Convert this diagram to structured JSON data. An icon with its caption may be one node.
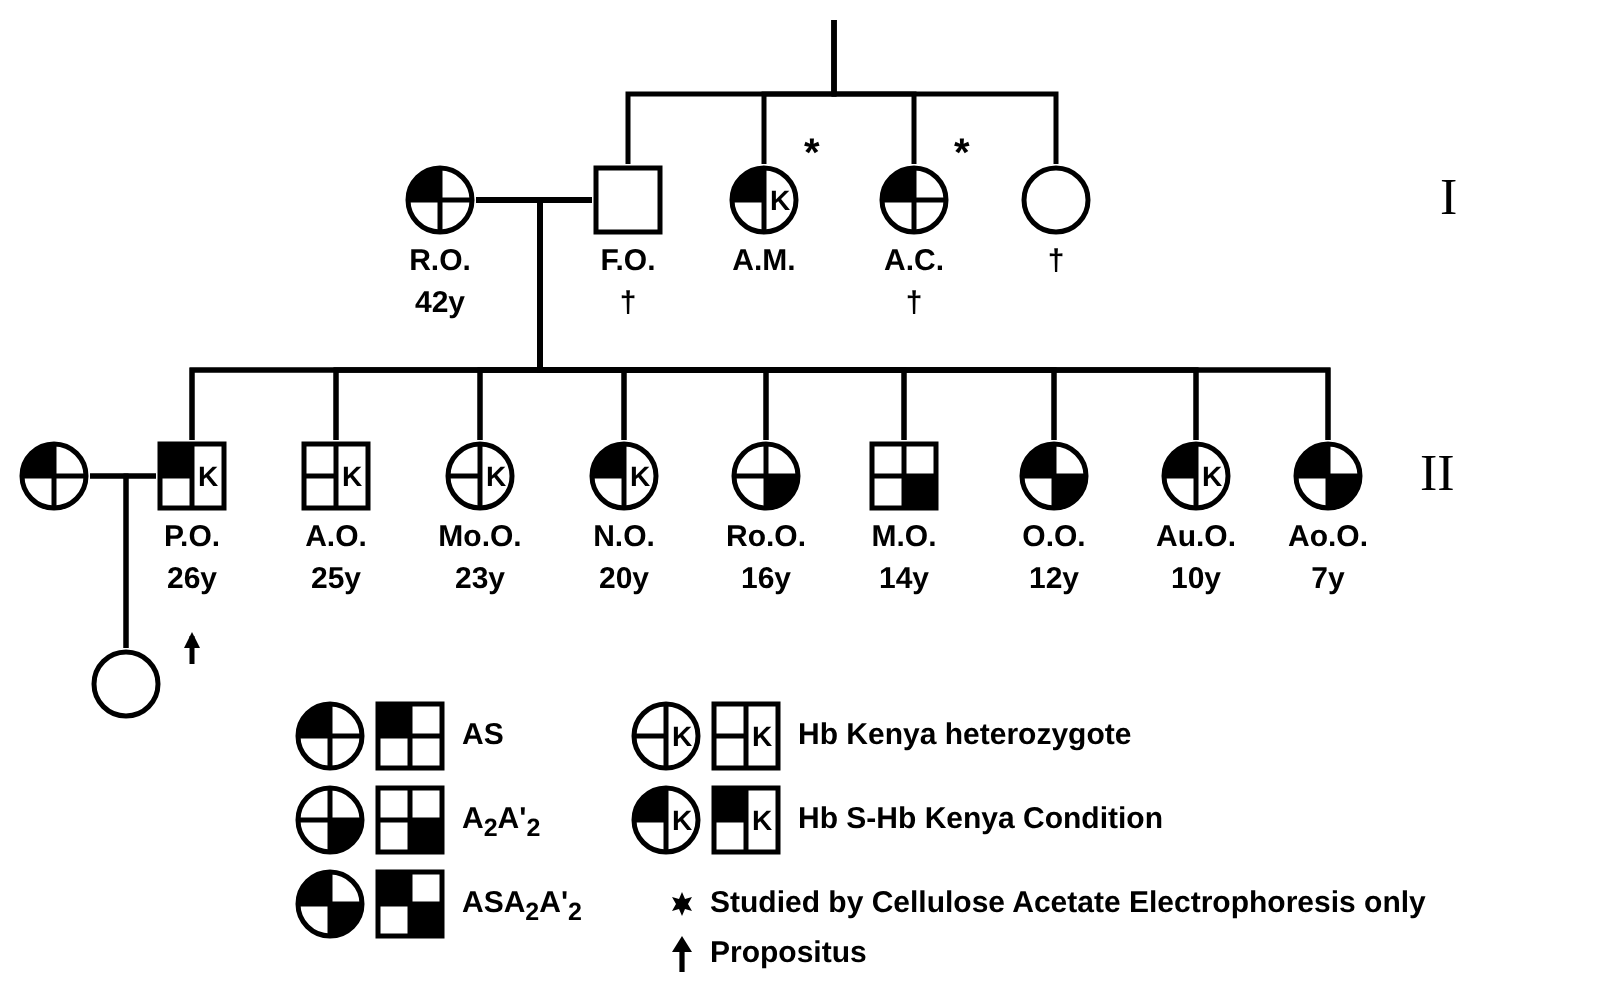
{
  "diagram": {
    "nodes": [
      {
        "text": [
          "R.O.",
          "42y"
        ]
      },
      {
        "text": [
          "F.O.",
          "†"
        ]
      },
      {
        "text": [
          "K",
          "A.M."
        ],
        "beside": [
          "*"
        ]
      },
      {
        "text": [
          "A.C.",
          "†"
        ],
        "beside": [
          "*"
        ]
      },
      {
        "text": [
          "†"
        ]
      },
      {
        "text": [],
        "shape": "circle"
      },
      {
        "text": [
          "K",
          "P.O.",
          "26y"
        ]
      },
      {
        "text": [
          "K",
          "A.O.",
          "25y"
        ]
      },
      {
        "text": [
          "K",
          "Mo.O.",
          "23y"
        ]
      },
      {
        "text": [
          "K",
          "N.O.",
          "20y"
        ]
      },
      {
        "text": [
          "Ro.O.",
          "16y"
        ]
      },
      {
        "text": [
          "M.O.",
          "14y"
        ]
      },
      {
        "text": [
          "O.O.",
          "12y"
        ]
      },
      {
        "text": [
          "K",
          "Au.O.",
          "10y"
        ]
      },
      {
        "text": [
          "Ao.O.",
          "7y"
        ]
      },
      {
        "text": [],
        "shape": "circle"
      }
    ],
    "edges": [
      {
        "from": null,
        "to": 1,
        "arrow": "none"
      },
      {
        "from": null,
        "to": 2,
        "arrow": "none"
      },
      {
        "from": null,
        "to": 3,
        "arrow": "none"
      },
      {
        "from": null,
        "to": 4,
        "arrow": "none"
      },
      {
        "from": 0,
        "to": 1,
        "arrow": "none"
      },
      {
        "from": 0,
        "to": 6,
        "arrow": "none"
      },
      {
        "from": 1,
        "to": 6,
        "arrow": "none"
      },
      {
        "from": 0,
        "to": 7,
        "arrow": "none"
      },
      {
        "from": 1,
        "to": 7,
        "arrow": "none"
      },
      {
        "from": 0,
        "to": 8,
        "arrow": "none"
      },
      {
        "from": 1,
        "to": 8,
        "arrow": "none"
      },
      {
        "from": 0,
        "to": 9,
        "arrow": "none"
      },
      {
        "from": 1,
        "to": 9,
        "arrow": "none"
      },
      {
        "from": 0,
        "to": 10,
        "arrow": "none"
      },
      {
        "from": 1,
        "to": 10,
        "arrow": "none"
      },
      {
        "from": 0,
        "to": 11,
        "arrow": "none"
      },
      {
        "from": 1,
        "to": 11,
        "arrow": "none"
      },
      {
        "from": 0,
        "to": 12,
        "arrow": "none"
      },
      {
        "from": 1,
        "to": 12,
        "arrow": "none"
      },
      {
        "from": 0,
        "to": 13,
        "arrow": "none"
      },
      {
        "from": 1,
        "to": 13,
        "arrow": "none"
      },
      {
        "from": 0,
        "to": 14,
        "arrow": "none"
      },
      {
        "from": 1,
        "to": 14,
        "arrow": "none"
      },
      {
        "from": 5,
        "to": 6,
        "arrow": "none"
      },
      {
        "from": 5,
        "to": 15,
        "arrow": "none"
      },
      {
        "from": 6,
        "to": 15,
        "arrow": "none"
      },
      {
        "from": null,
        "to": 6,
        "arrow": "to"
      }
    ],
    "labels": [
      "I",
      "II",
      "K",
      "K",
      "K",
      "K"
    ],
    "legend": [
      {
        "text": "AS"
      },
      {
        "text": "Hb Kenya heterozygote"
      },
      {
        "text": "A$_{2}$A'$_{2}$"
      },
      {
        "text": "Hb S-Hb Kenya Condition"
      },
      {
        "text": "ASA$_{2}$A'$_{2}$"
      },
      {
        "text": "Studied by Cellulose Acetate Electrophoresis only"
      },
      {
        "text": "Propositus"
      }
    ]
  }
}
